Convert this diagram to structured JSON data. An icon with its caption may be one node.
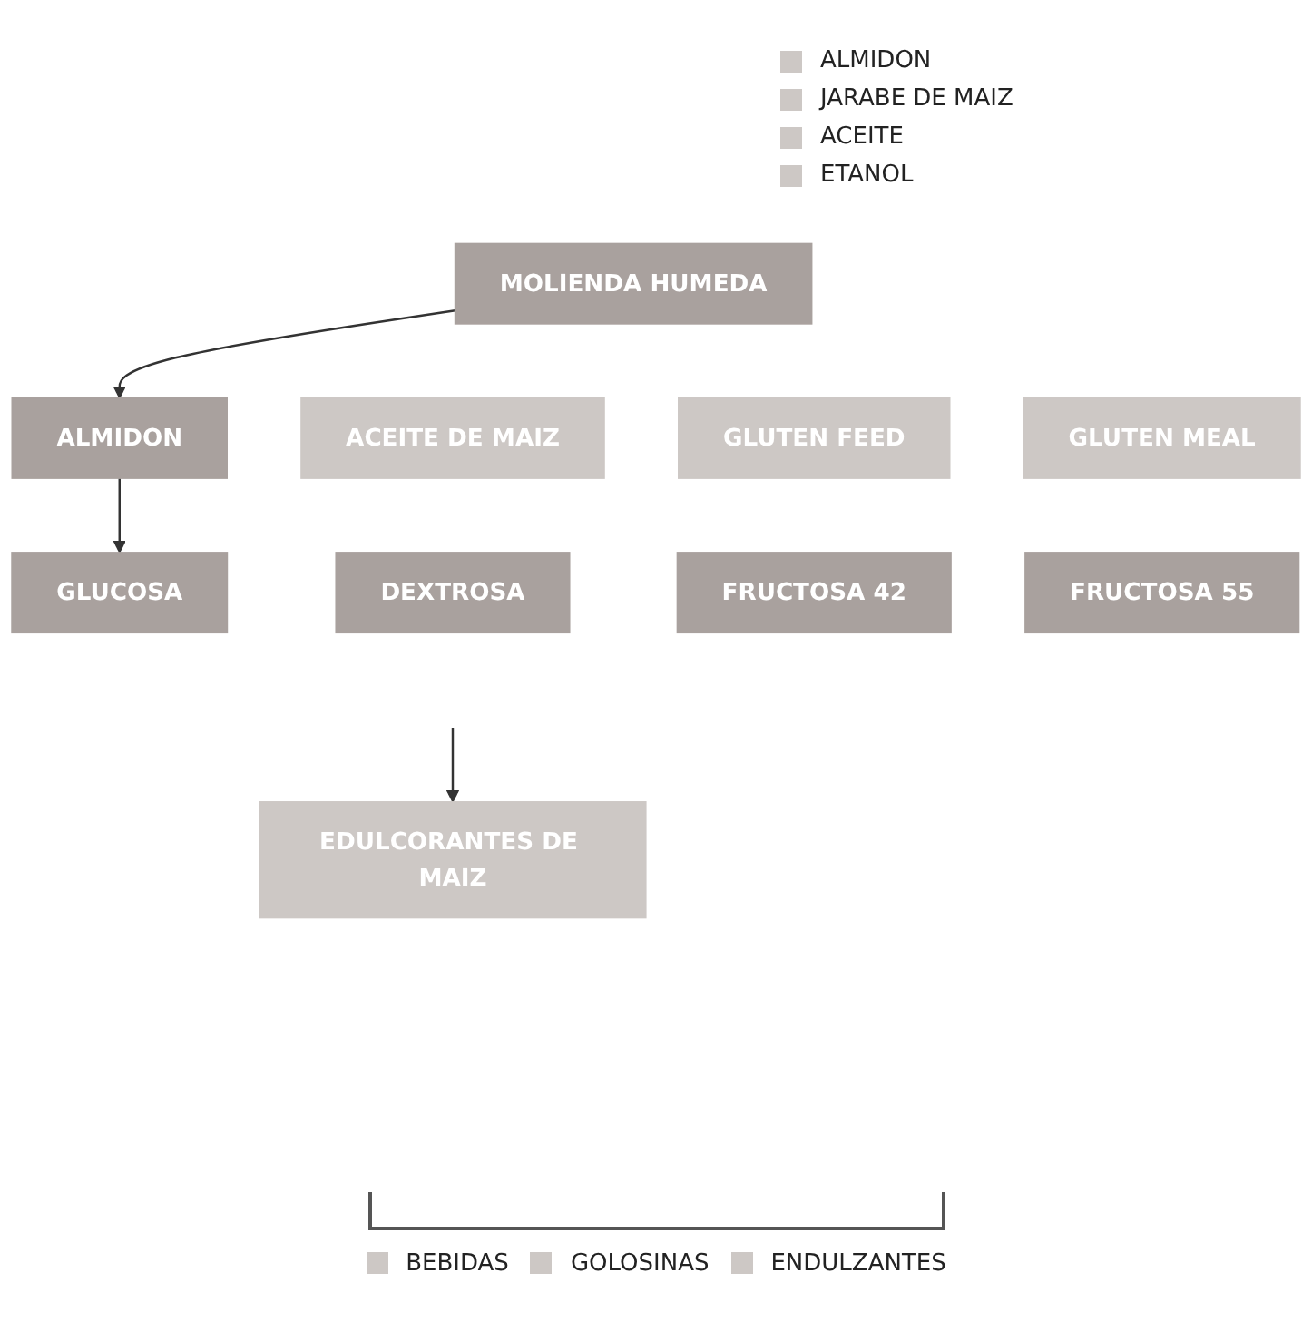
{
  "diagram": {
    "nodes": [
      {
        "text": [
          "MOLIENDA HUMEDA"
        ]
      },
      {
        "text": [
          "ALMIDON"
        ]
      },
      {
        "text": [
          "ACEITE DE MAIZ"
        ]
      },
      {
        "text": [
          "GLUTEN FEED"
        ]
      },
      {
        "text": [
          "GLUTEN MEAL"
        ]
      },
      {
        "text": [
          "GLUCOSA"
        ]
      },
      {
        "text": [
          "DEXTROSA"
        ]
      },
      {
        "text": [
          "FRUCTOSA 42"
        ]
      },
      {
        "text": [
          "FRUCTOSA 55"
        ]
      },
      {
        "text": [
          "EDULCORANTES DE MAIZ"
        ]
      }
    ],
    "edges": [
      {
        "from": 0,
        "to": 1,
        "arrow": "to"
      },
      {
        "from": 1,
        "to": 5,
        "arrow": "to"
      },
      {
        "from": null,
        "to": 9,
        "arrow": "to"
      }
    ],
    "labels": [
      "ALMIDON",
      "JARABE DE MAIZ",
      "ACEITE",
      "ETANOL",
      "BEBIDAS",
      "GOLOSINAS",
      "ENDULZANTES"
    ]
  }
}
